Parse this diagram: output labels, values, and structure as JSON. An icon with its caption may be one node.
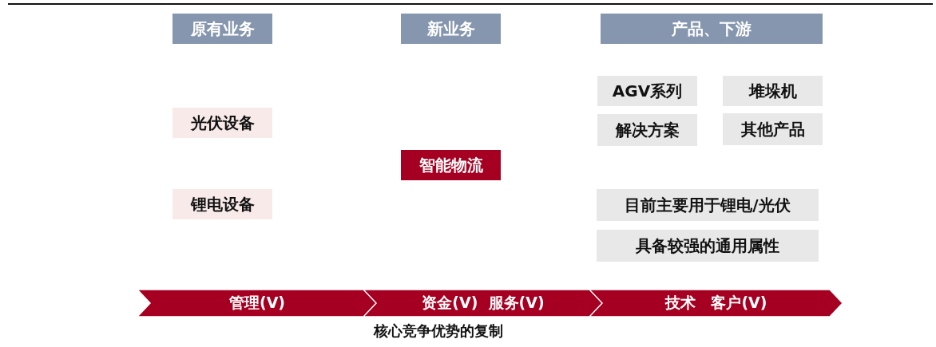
{
  "diagram": {
    "caption": "核心竞争优势的复制",
    "nodes": [
      {
        "text": [
          "原有业务"
        ]
      },
      {
        "text": [
          "新业务"
        ]
      },
      {
        "text": [
          "产品、下游"
        ]
      },
      {
        "text": [
          "光伏设备"
        ]
      },
      {
        "text": [
          "锂电设备"
        ]
      },
      {
        "text": [
          "智能物流"
        ]
      },
      {
        "text": [
          "AGV系列"
        ]
      },
      {
        "text": [
          "堆垛机"
        ]
      },
      {
        "text": [
          "解决方案"
        ]
      },
      {
        "text": [
          "其他产品"
        ]
      },
      {
        "text": [
          "目前主要用于锂电/光伏"
        ]
      },
      {
        "text": [
          "具备较强的通用属性"
        ]
      },
      {
        "text": [
          "管理(V)"
        ]
      },
      {
        "text": [
          "资金(V)  服务(V)"
        ]
      },
      {
        "text": [
          "技术   客户(V)"
        ]
      }
    ]
  }
}
